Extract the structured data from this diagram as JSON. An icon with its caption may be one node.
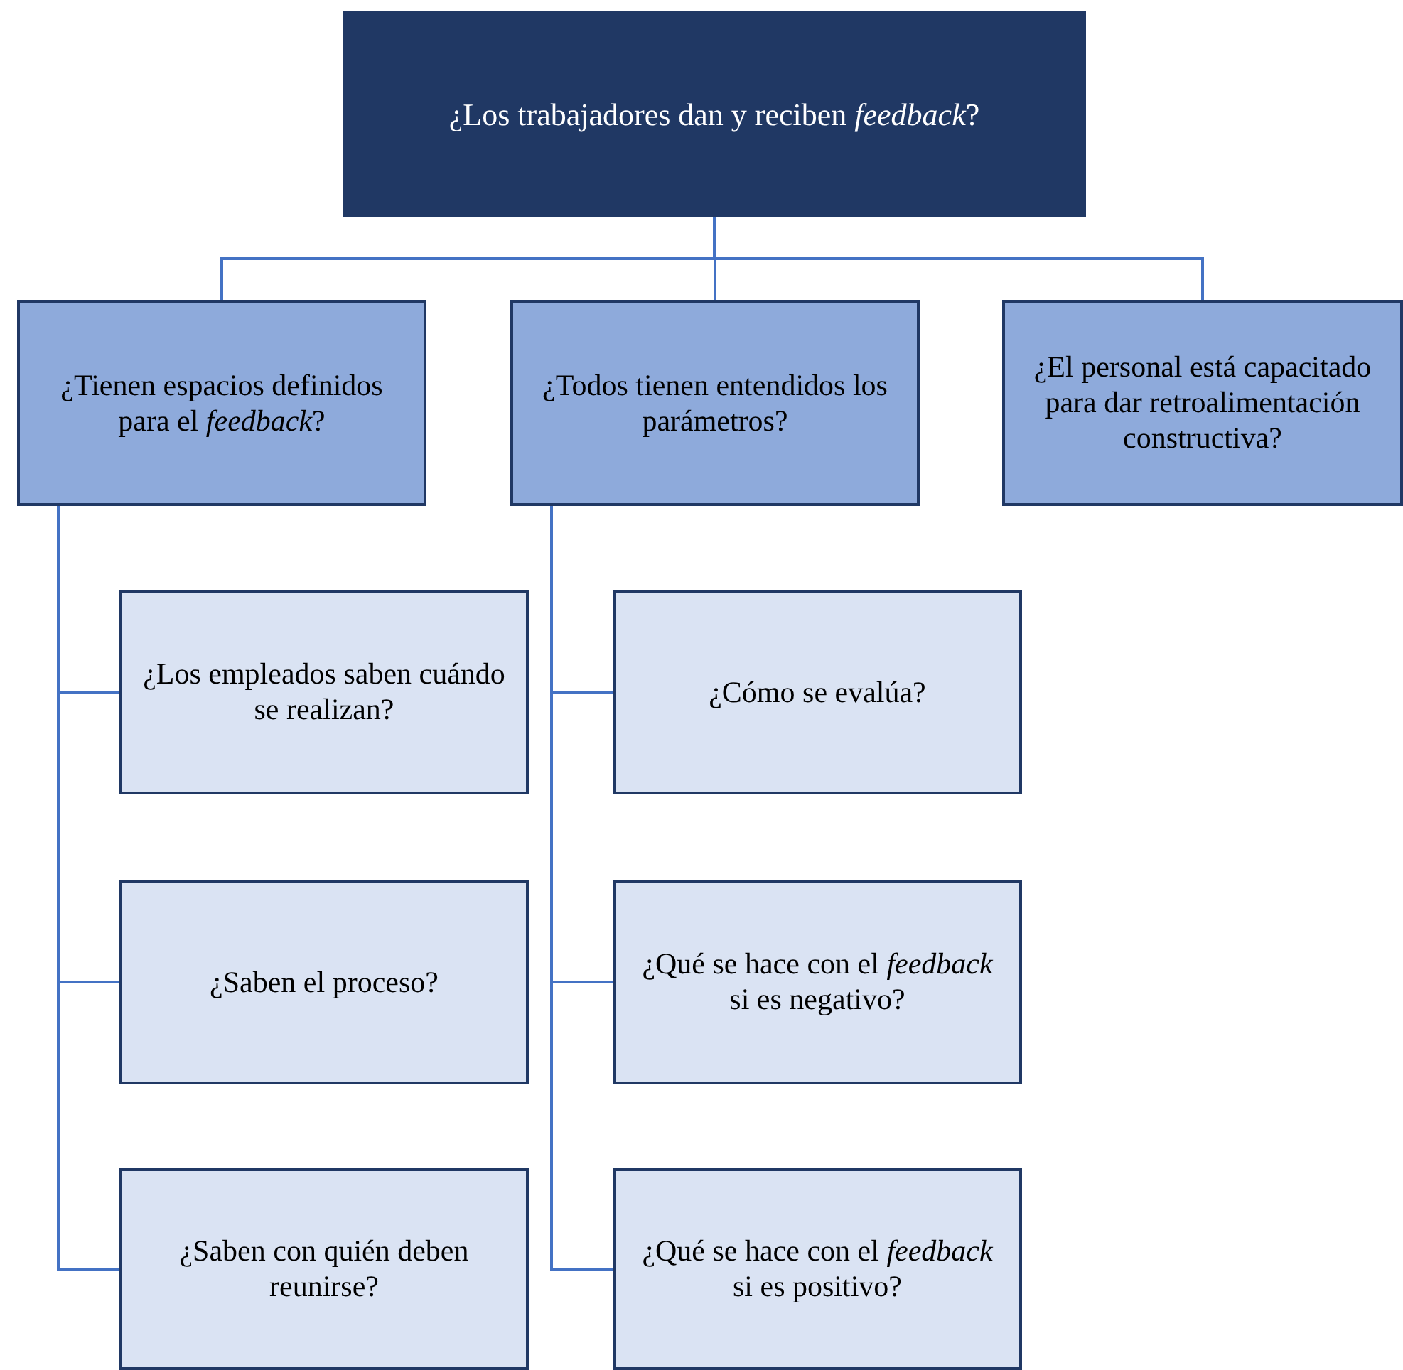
{
  "diagram": {
    "nodes": [
      {
        "text": [
          "¿Los trabajadores dan y reciben *feedback*?"
        ]
      },
      {
        "text": [
          "¿Tienen espacios definidos para el *feedback*?"
        ]
      },
      {
        "text": [
          "¿Todos tienen entendidos los parámetros?"
        ]
      },
      {
        "text": [
          "¿El personal está capacitado para dar retroalimentación constructiva?"
        ]
      },
      {
        "text": [
          "¿Los empleados saben cuándo se realizan?"
        ]
      },
      {
        "text": [
          "¿Saben el proceso?"
        ]
      },
      {
        "text": [
          "¿Saben con quién deben reunirse?"
        ]
      },
      {
        "text": [
          "¿Cómo se evalúa?"
        ]
      },
      {
        "text": [
          "¿Qué se hace con el *feedback* si es negativo?"
        ]
      },
      {
        "text": [
          "¿Qué se hace con el *feedback* si es positivo?"
        ]
      }
    ],
    "edges": [
      {
        "from": 0,
        "to": 1,
        "arrow": "none"
      },
      {
        "from": 0,
        "to": 2,
        "arrow": "none"
      },
      {
        "from": 0,
        "to": 3,
        "arrow": "none"
      },
      {
        "from": 1,
        "to": 4,
        "arrow": "none"
      },
      {
        "from": 1,
        "to": 5,
        "arrow": "none"
      },
      {
        "from": 1,
        "to": 6,
        "arrow": "none"
      },
      {
        "from": 2,
        "to": 7,
        "arrow": "none"
      },
      {
        "from": 2,
        "to": 8,
        "arrow": "none"
      },
      {
        "from": 2,
        "to": 9,
        "arrow": "none"
      }
    ]
  }
}
